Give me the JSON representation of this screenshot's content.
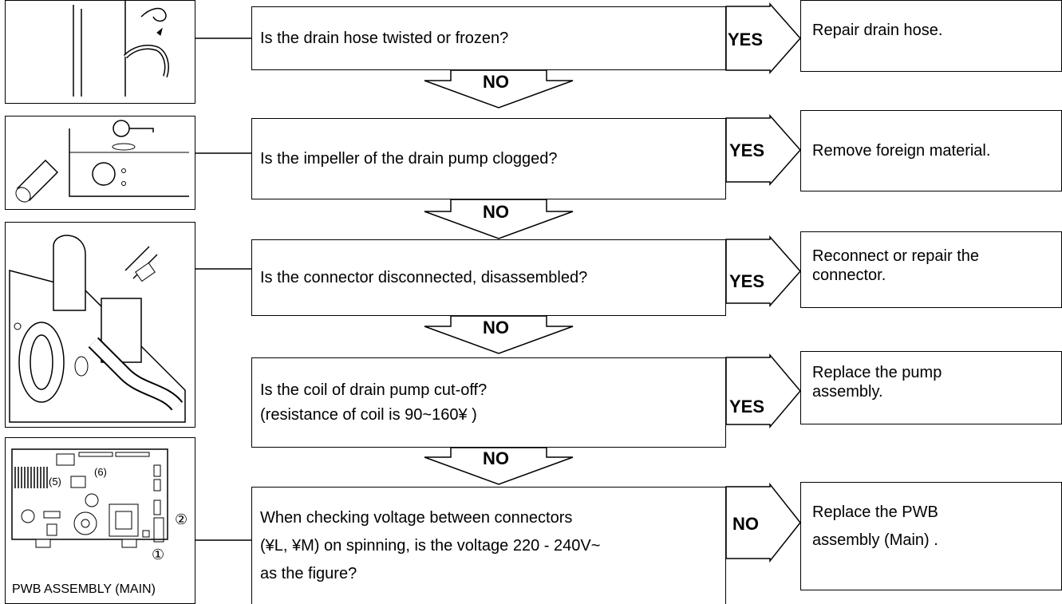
{
  "flow": {
    "steps": [
      {
        "question": "Is the drain hose twisted or frozen?",
        "answer_label": "YES",
        "action": "Repair drain hose."
      },
      {
        "question": "Is the impeller of the drain pump clogged?",
        "answer_label": "YES",
        "action": "Remove foreign material."
      },
      {
        "question": "Is the connector disconnected, disassembled?",
        "answer_label": "YES",
        "action_line1": "Reconnect or repair the",
        "action_line2": "connector."
      },
      {
        "question_line1": "Is the coil of drain pump cut-off?",
        "question_line2": "(resistance of coil is 90~160¥ )",
        "answer_label": "YES",
        "action_line1": "Replace the pump",
        "action_line2": "assembly."
      },
      {
        "question_line1": "When checking voltage between connectors",
        "question_line2": "(¥L, ¥M) on spinning, is the voltage 220 - 240V~",
        "question_line3": "as the figure?",
        "answer_label": "NO",
        "action_line1": "Replace the PWB",
        "action_line2": "assembly (Main) ."
      }
    ],
    "down_label": "NO"
  },
  "pwb": {
    "label": "PWB ASSEMBLY (MAIN)",
    "marker_5": "(5)",
    "marker_6": "(6)",
    "marker_1": "①",
    "marker_2": "②"
  }
}
